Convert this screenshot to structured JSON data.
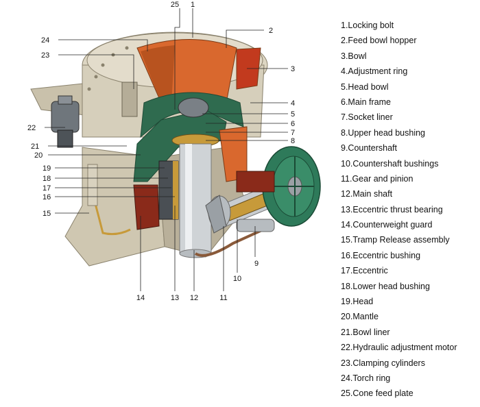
{
  "legend": [
    "1.Locking bolt",
    "2.Feed bowl hopper",
    "3.Bowl",
    "4.Adjustment ring",
    "5.Head bowl",
    "6.Main frame",
    "7.Socket liner",
    "8.Upper head bushing",
    "9.Countershaft",
    "10.Countershaft bushings",
    "11.Gear and pinion",
    "12.Main shaft",
    "13.Eccentric thrust bearing",
    "14.Counterweight guard",
    "15.Tramp Release assembly",
    "16.Eccentric bushing",
    "17.Eccentric",
    "18.Lower head bushing",
    "19.Head",
    "20.Mantle",
    "21.Bowl liner",
    "22.Hydraulic adjustment motor",
    "23.Clamping cylinders",
    "24.Torch ring",
    "25.Cone feed plate"
  ],
  "callouts": [
    "1",
    "2",
    "3",
    "4",
    "5",
    "6",
    "7",
    "8",
    "9",
    "10",
    "11",
    "12",
    "13",
    "14",
    "15",
    "16",
    "17",
    "18",
    "19",
    "20",
    "21",
    "22",
    "23",
    "24",
    "25"
  ],
  "colors": {
    "housing": "#d9d2bf",
    "housing_shadow": "#b9b09a",
    "bowl_orange": "#d9682e",
    "mantle_green": "#2f6b4f",
    "flywheel_green": "#2e7a5a",
    "shaft_silver": "#cfd3d6",
    "brass": "#c79a3a"
  }
}
